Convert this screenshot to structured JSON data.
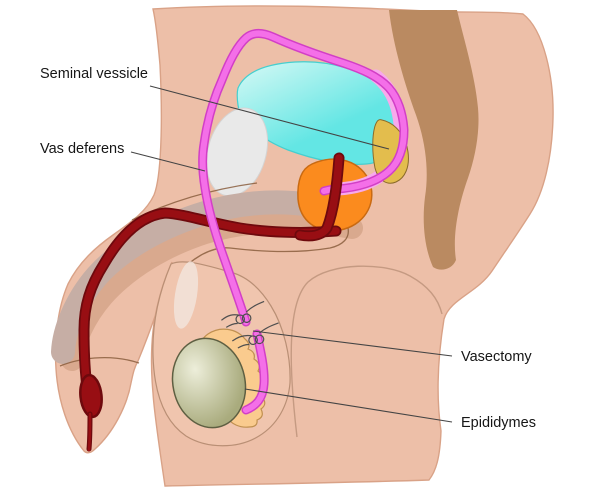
{
  "figure": {
    "labels": {
      "seminal_vesicle": "Seminal vessicle",
      "vas_deferens": "Vas deferens",
      "vasectomy": "Vasectomy",
      "epididymes": "Epididymes"
    },
    "colors": {
      "skin": "#edbfa8",
      "skin-outline": "#d9a287",
      "scrotum": "#f0c5ae",
      "scrotum-outline": "#b98f75",
      "rectum": "#ba8a61",
      "pubic-bone": "#e9e9e9",
      "pubic-bone-outline": "#d4d4d4",
      "shaft-gray": "#c6aea5",
      "shaft-tan": "#d9a98e",
      "contour-brown": "#8a5e3e",
      "urethra": "#980e13",
      "urethra-outline": "#6e090d",
      "bladder-light": "#d7f9f5",
      "bladder-main": "#63e6e4",
      "bladder-outline": "#45cfcf",
      "seminal-vesicle-fill": "#e3bd4d",
      "seminal-vesicle-outline": "#8a6a2a",
      "prostate": "#fb8b1e",
      "prostate-outline": "#c96a12",
      "vas-tube": "#f46fe8",
      "vas-tube-outline": "#d23fc6",
      "vas-casing": "#f8a9ec",
      "testicle-base": "#a9ab7d",
      "testicle-highlight": "#edeeda",
      "testicle-outline": "#5e5f42",
      "epididymis-fill": "#facb8e",
      "epididymis-outline": "#c09050",
      "cord-highlight": "#f2e3da",
      "crease": "#c59a82",
      "knot-thread": "#4f4f4f",
      "leader-line": "#444444",
      "label-text": "#161616"
    }
  }
}
